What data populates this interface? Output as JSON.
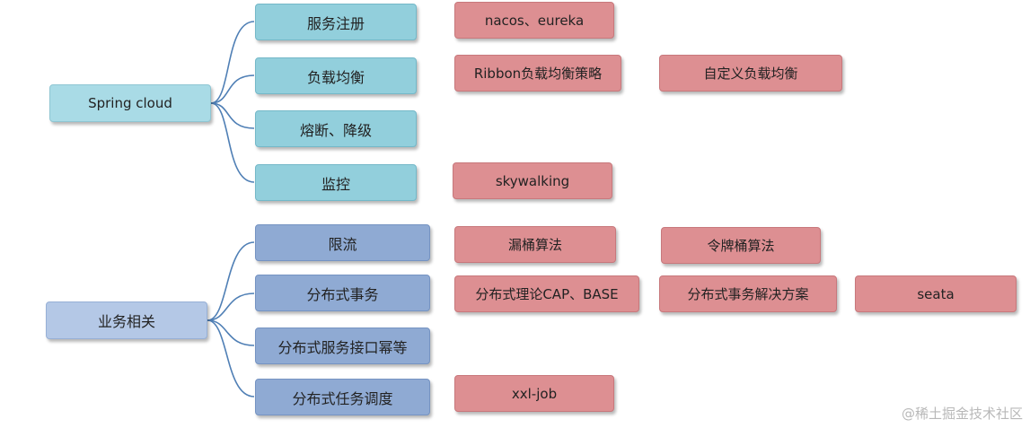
{
  "roots": {
    "spring_cloud": "Spring cloud",
    "business": "业务相关"
  },
  "cloud_items": {
    "registry": "服务注册",
    "load_balance": "负载均衡",
    "circuit_breaker": "熔断、降级",
    "monitoring": "监控"
  },
  "cloud_details": {
    "registry_impl": "nacos、eureka",
    "ribbon": "Ribbon负载均衡策略",
    "custom_lb": "自定义负载均衡",
    "skywalking": "skywalking"
  },
  "biz_items": {
    "rate_limit": "限流",
    "transaction": "分布式事务",
    "idempotent": "分布式服务接口幂等",
    "scheduling": "分布式任务调度"
  },
  "biz_details": {
    "leaky_bucket": "漏桶算法",
    "token_bucket": "令牌桶算法",
    "cap_base": "分布式理论CAP、BASE",
    "tx_solution": "分布式事务解决方案",
    "seata": "seata",
    "xxl_job": "xxl-job"
  },
  "watermark": "@稀土掘金技术社区",
  "colors": {
    "root_cloud": "#a9dbe6",
    "root_biz": "#b4c8e6",
    "cyan_node": "#92cfdc",
    "blue_node": "#8faad3",
    "red_node": "#dd8f92",
    "connector": "#4f7fb5"
  }
}
